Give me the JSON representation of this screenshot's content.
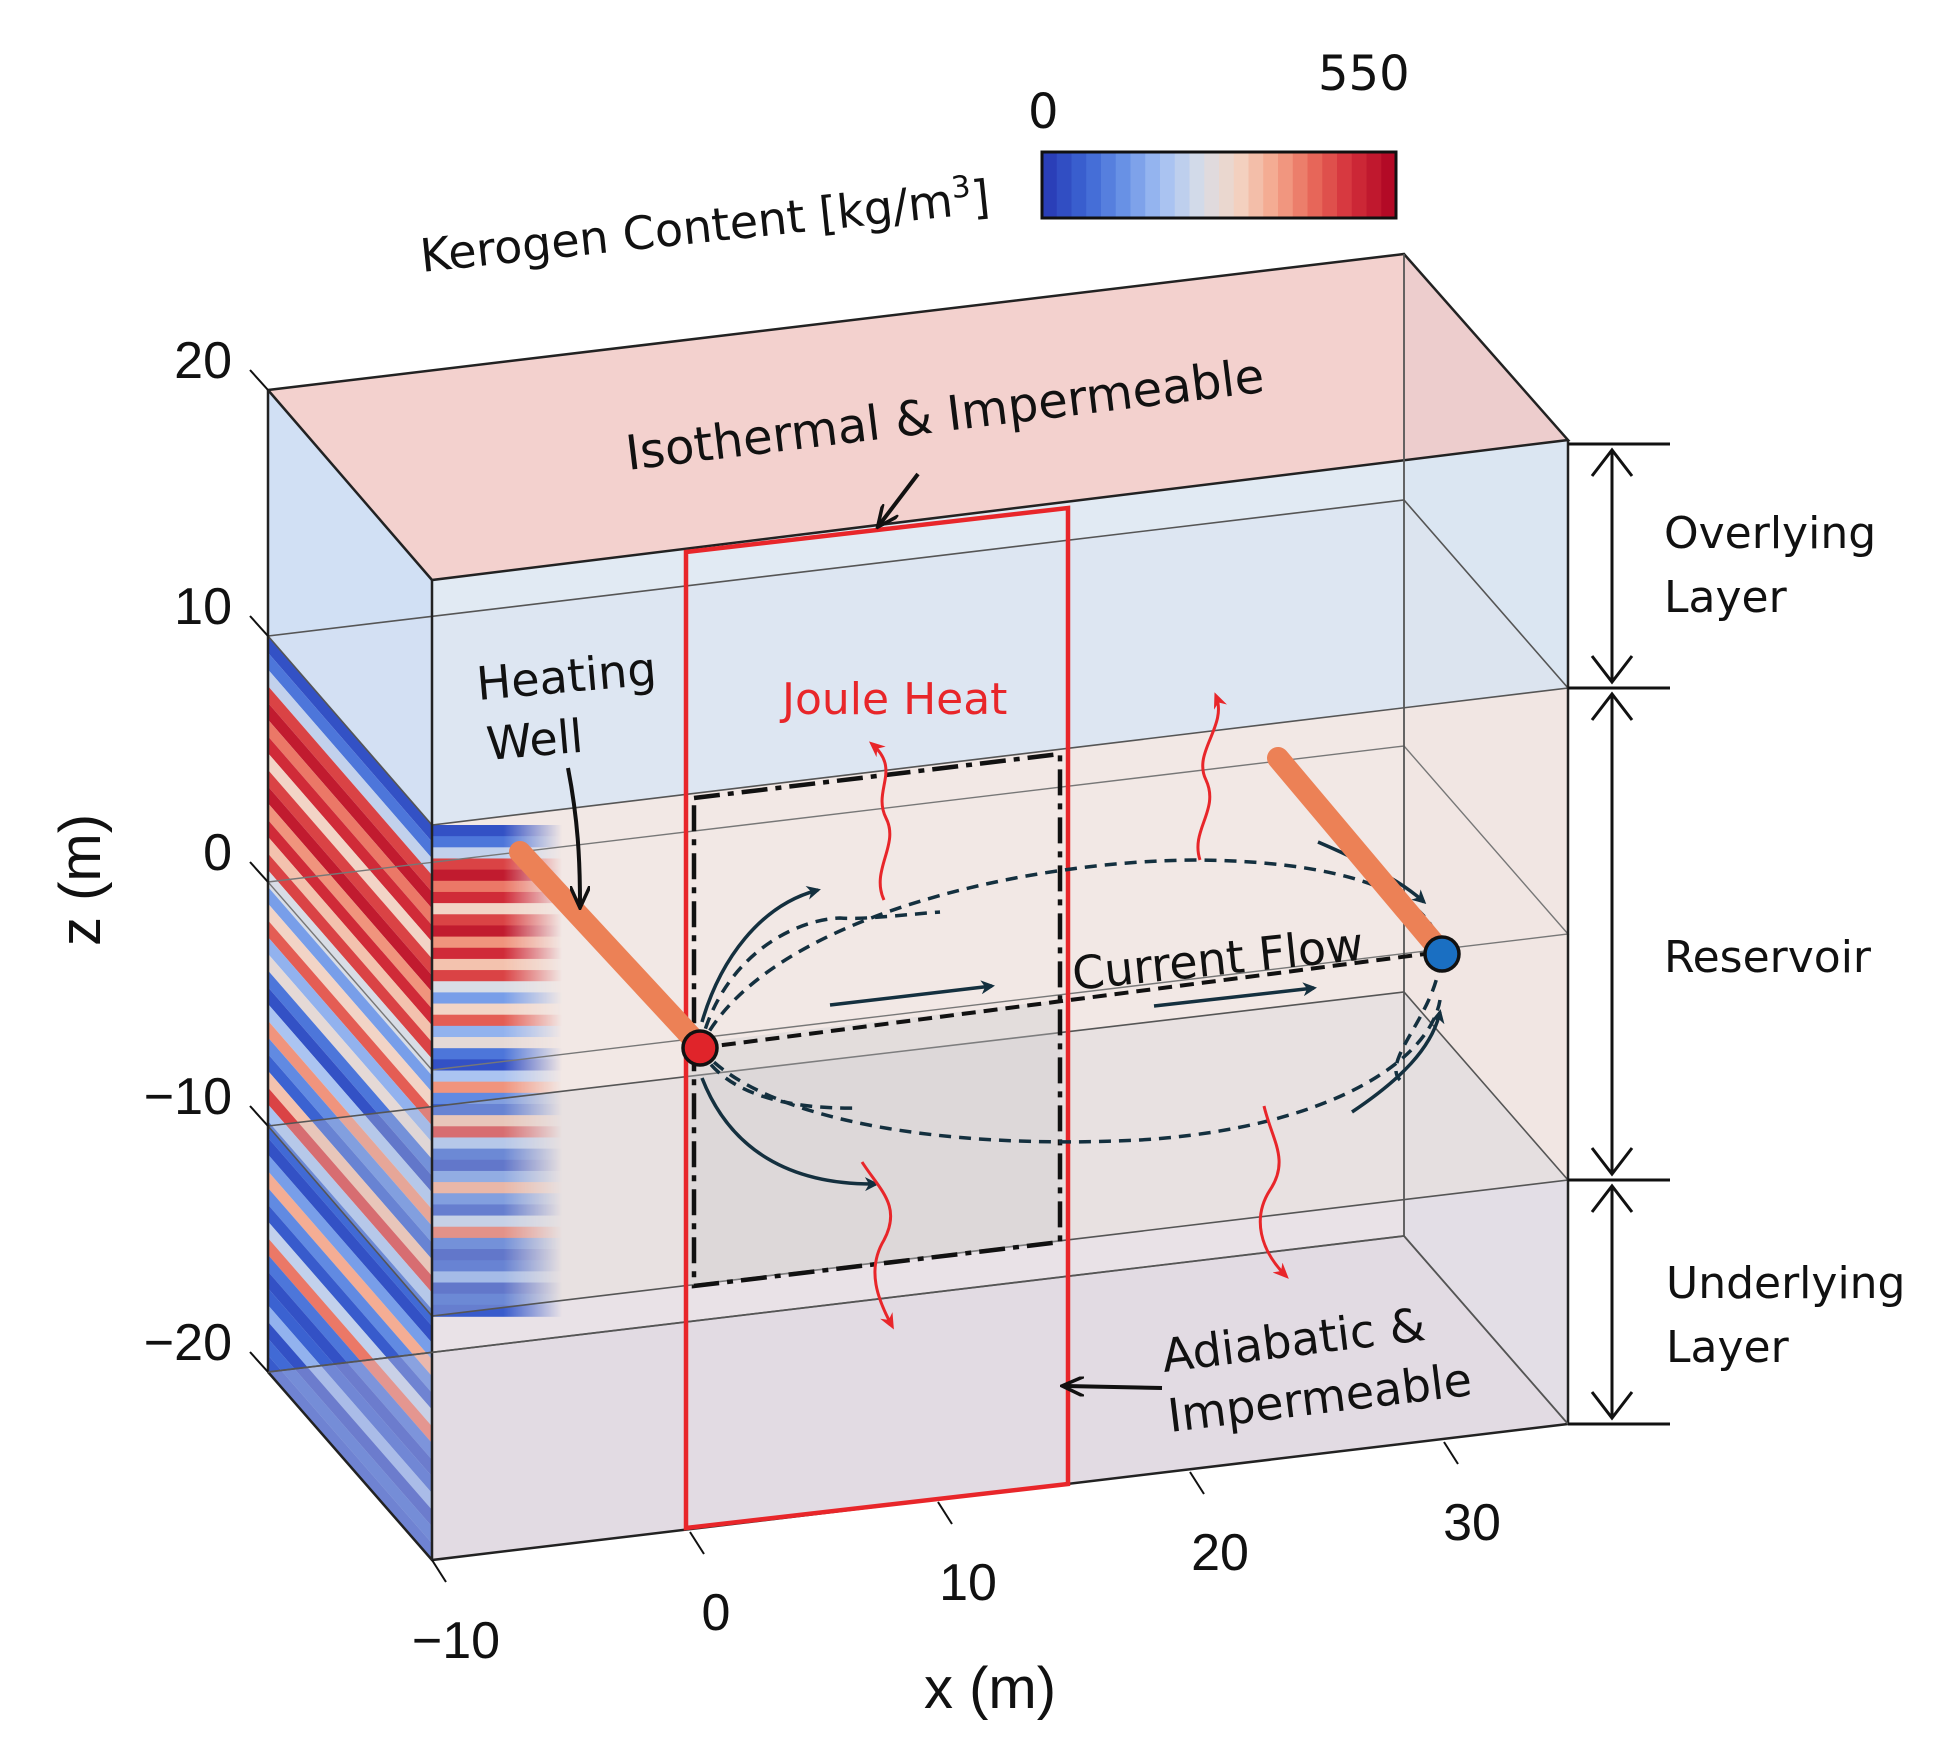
{
  "colorbar": {
    "label": "Kerogen Content [kg/m",
    "label_sup": "3",
    "label_close": "]",
    "min": "0",
    "max": "550",
    "colors": [
      "#2a3fb8",
      "#3d66d4",
      "#6a93e6",
      "#a3bff2",
      "#d7dde8",
      "#f3d4c4",
      "#f4a68c",
      "#e8695a",
      "#d32f3a",
      "#b30a26"
    ]
  },
  "labels": {
    "top_boundary": "Isothermal & Impermeable",
    "bottom_boundary_line1": "Adiabatic &",
    "bottom_boundary_line2": "Impermeable",
    "heating_well_line1": "Heating",
    "heating_well_line2": "Well",
    "joule_heat": "Joule Heat",
    "current_flow": "Current Flow",
    "overlying_line1": "Overlying",
    "overlying_line2": "Layer",
    "reservoir": "Reservoir",
    "underlying_line1": "Underlying",
    "underlying_line2": "Layer"
  },
  "axes": {
    "z_label": "z (m)",
    "x_label": "x (m)",
    "z_ticks": [
      "20",
      "10",
      "0",
      "−10",
      "−20"
    ],
    "x_ticks": [
      "−10",
      "0",
      "10",
      "20",
      "30"
    ]
  },
  "colors": {
    "overlying_face": "#c9daf2",
    "top_face": "#f1c9c6",
    "reservoir_face": "#f1e6e2",
    "boundary_red": "#e8262a",
    "well": "#ec8156",
    "flow_dark": "#14303f",
    "anode": "#e0242a",
    "cathode": "#1a6fc2"
  }
}
